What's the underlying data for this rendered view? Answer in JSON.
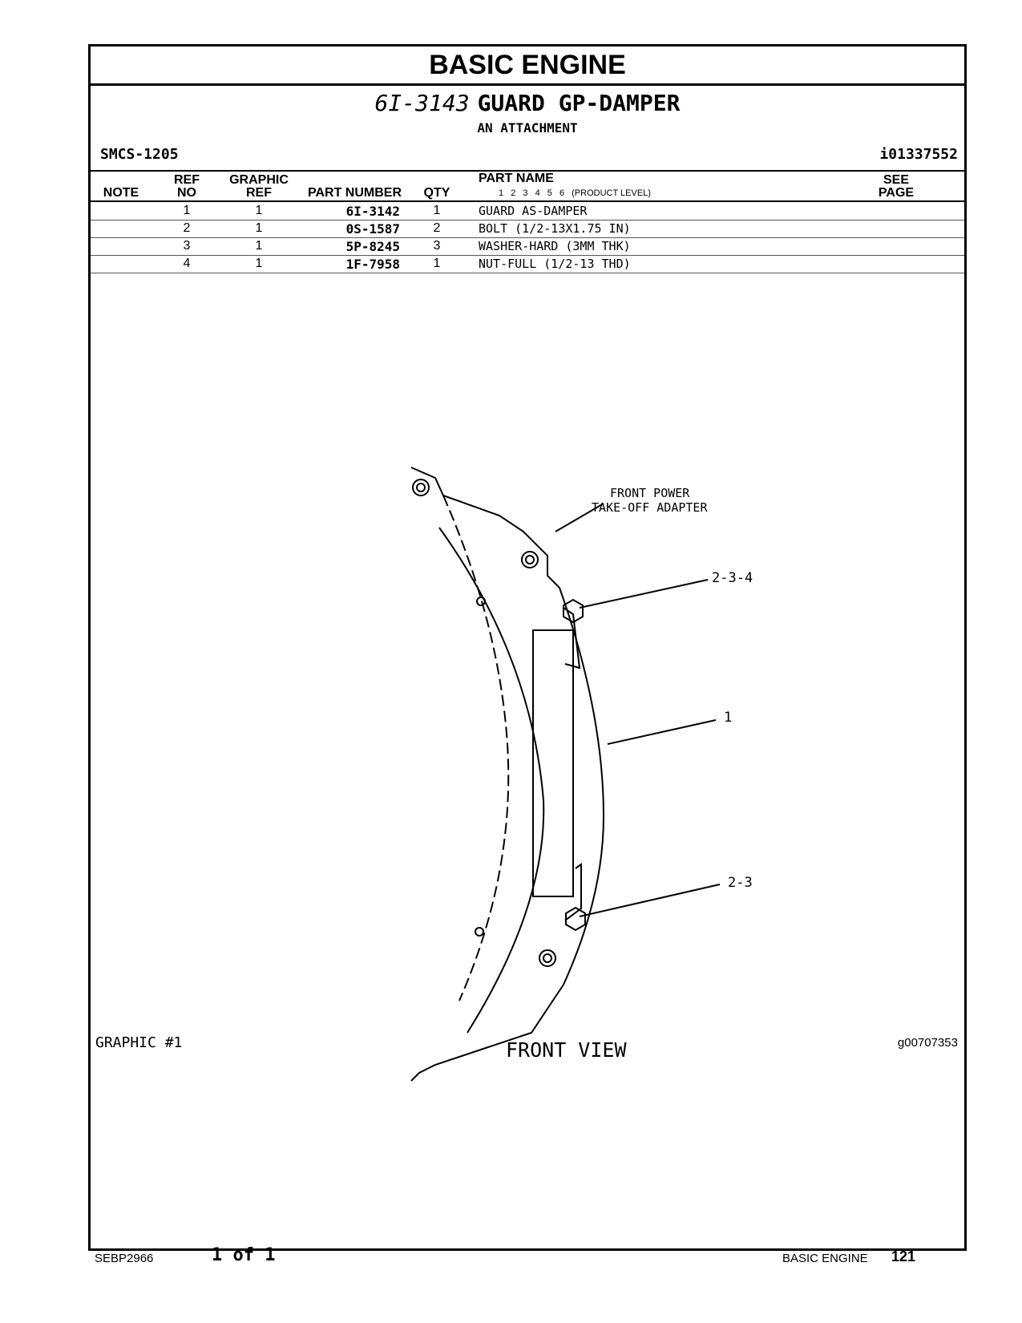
{
  "document": {
    "section_title": "BASIC ENGINE",
    "group_part_number": "6I-3143",
    "group_name": "GUARD GP-DAMPER",
    "group_subtitle": "AN ATTACHMENT",
    "smcs": "SMCS-1205",
    "doc_id": "i01337552"
  },
  "table": {
    "headers": {
      "note": "NOTE",
      "ref_top": "REF",
      "ref_bottom": "NO",
      "graphic_top": "GRAPHIC",
      "graphic_bottom": "REF",
      "part_number": "PART NUMBER",
      "qty": "QTY",
      "part_name": "PART NAME",
      "levels": [
        "1",
        "2",
        "3",
        "4",
        "5",
        "6"
      ],
      "levels_label": "(PRODUCT LEVEL)",
      "see_top": "SEE",
      "see_bottom": "PAGE"
    },
    "rows": [
      {
        "ref": "1",
        "graphic": "1",
        "part_number": "6I-3142",
        "qty": "1",
        "name": "GUARD AS-DAMPER"
      },
      {
        "ref": "2",
        "graphic": "1",
        "part_number": "0S-1587",
        "qty": "2",
        "name": "BOLT (1/2-13X1.75 IN)"
      },
      {
        "ref": "3",
        "graphic": "1",
        "part_number": "5P-8245",
        "qty": "3",
        "name": "WASHER-HARD (3MM THK)"
      },
      {
        "ref": "4",
        "graphic": "1",
        "part_number": "1F-7958",
        "qty": "1",
        "name": "NUT-FULL (1/2-13 THD)"
      }
    ]
  },
  "drawing": {
    "label_adapter_1": "FRONT POWER",
    "label_adapter_2": "TAKE-OFF ADAPTER",
    "callout_234": "2-3-4",
    "callout_1": "1",
    "callout_23": "2-3",
    "view_label": "FRONT VIEW",
    "graphic_label": "GRAPHIC #1",
    "graphic_id": "g00707353"
  },
  "footer": {
    "doc_number": "SEBP2966",
    "page_of": "1 of 1",
    "section": "BASIC ENGINE",
    "page_number": "121"
  }
}
